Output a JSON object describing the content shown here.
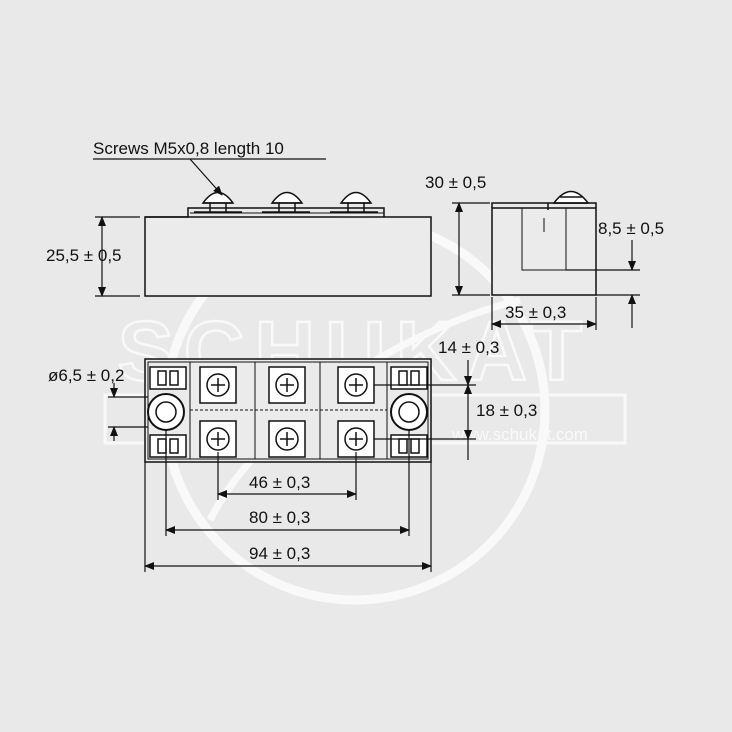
{
  "colors": {
    "background": "#e9e9e9",
    "line": "#111111",
    "watermark": "#ffffff"
  },
  "labels": {
    "screws_note": "Screws M5x0,8 length 10",
    "height_total": "30 ± 0,5",
    "height_body": "25,5 ± 0,5",
    "terminal_height": "8,5 ± 0,5",
    "side_width": "35 ± 0,3",
    "hole_diameter": "ø6,5 ± 0,2",
    "pitch_y_half": "14 ± 0,3",
    "pitch_y": "18 ± 0,3",
    "terminal_pitch": "46 ± 0,3",
    "hole_pitch": "80 ± 0,3",
    "overall_length": "94 ± 0,3"
  },
  "watermark": {
    "brand": "SCHUKAT",
    "url": "www.schukat.com"
  }
}
